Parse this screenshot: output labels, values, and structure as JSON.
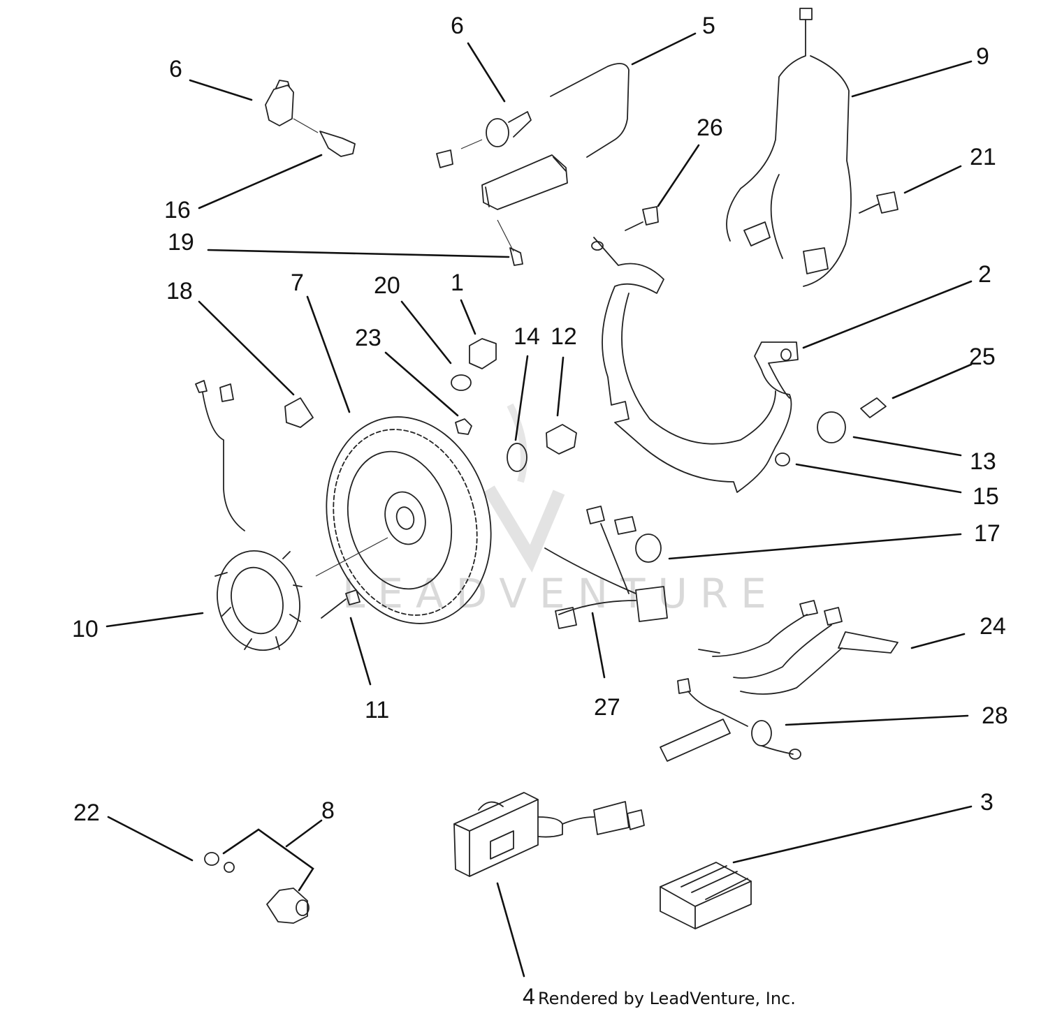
{
  "diagram": {
    "callouts": [
      "6",
      "5",
      "9",
      "6",
      "26",
      "21",
      "16",
      "19",
      "18",
      "7",
      "20",
      "1",
      "23",
      "14",
      "12",
      "2",
      "25",
      "13",
      "15",
      "17",
      "10",
      "11",
      "27",
      "24",
      "28",
      "22",
      "8",
      "3",
      "4"
    ]
  },
  "watermark": {
    "text": "LEADVENTURE"
  },
  "credit": {
    "text": "Rendered by LeadVenture, Inc."
  }
}
